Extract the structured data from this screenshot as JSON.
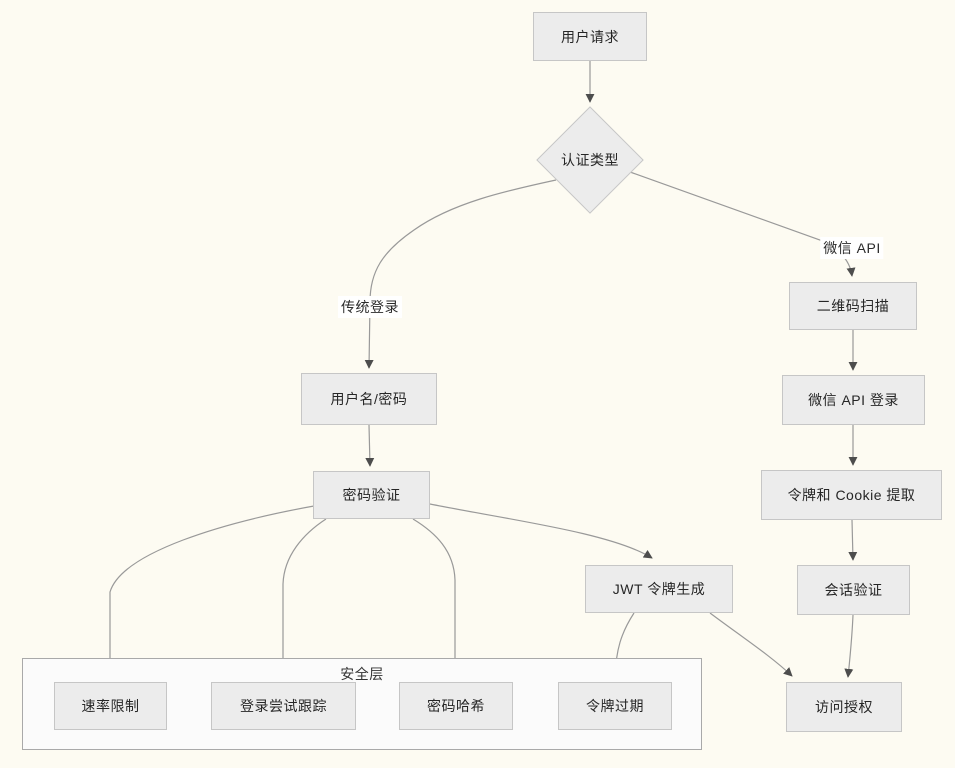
{
  "diagram": {
    "type": "flowchart",
    "colors": {
      "background": "#fdfbf2",
      "node_fill": "#ececec",
      "node_border": "#c6c6c6",
      "subgraph_fill": "#fbfbfb",
      "subgraph_border": "#a9a9a9",
      "edge_line": "#999999",
      "arrowhead": "#4d4d4d",
      "text": "#262626"
    },
    "nodes": {
      "user_request": {
        "label": "用户请求",
        "shape": "rect"
      },
      "auth_type": {
        "label": "认证类型",
        "shape": "diamond"
      },
      "username_password": {
        "label": "用户名/密码",
        "shape": "rect"
      },
      "password_verify": {
        "label": "密码验证",
        "shape": "rect"
      },
      "qr_scan": {
        "label": "二维码扫描",
        "shape": "rect"
      },
      "wechat_login": {
        "label": "微信 API 登录",
        "shape": "rect"
      },
      "token_cookie": {
        "label": "令牌和 Cookie 提取",
        "shape": "rect"
      },
      "session_verify": {
        "label": "会话验证",
        "shape": "rect"
      },
      "jwt_generate": {
        "label": "JWT 令牌生成",
        "shape": "rect"
      },
      "rate_limit": {
        "label": "速率限制",
        "shape": "rect"
      },
      "login_attempt": {
        "label": "登录尝试跟踪",
        "shape": "rect"
      },
      "password_hash": {
        "label": "密码哈希",
        "shape": "rect"
      },
      "token_expire": {
        "label": "令牌过期",
        "shape": "rect"
      },
      "access_auth": {
        "label": "访问授权",
        "shape": "rect"
      }
    },
    "edge_labels": {
      "traditional_login": "传统登录",
      "wechat_api": "微信 API"
    },
    "subgraph": {
      "label": "安全层",
      "children": [
        "rate_limit",
        "login_attempt",
        "password_hash",
        "token_expire"
      ]
    },
    "edges": [
      {
        "from": "user_request",
        "to": "auth_type",
        "label": ""
      },
      {
        "from": "auth_type",
        "to": "username_password",
        "label": "传统登录"
      },
      {
        "from": "auth_type",
        "to": "qr_scan",
        "label": "微信 API"
      },
      {
        "from": "username_password",
        "to": "password_verify",
        "label": ""
      },
      {
        "from": "password_verify",
        "to": "rate_limit",
        "label": ""
      },
      {
        "from": "password_verify",
        "to": "login_attempt",
        "label": ""
      },
      {
        "from": "password_verify",
        "to": "password_hash",
        "label": ""
      },
      {
        "from": "password_verify",
        "to": "jwt_generate",
        "label": ""
      },
      {
        "from": "jwt_generate",
        "to": "token_expire",
        "label": ""
      },
      {
        "from": "jwt_generate",
        "to": "access_auth",
        "label": ""
      },
      {
        "from": "qr_scan",
        "to": "wechat_login",
        "label": ""
      },
      {
        "from": "wechat_login",
        "to": "token_cookie",
        "label": ""
      },
      {
        "from": "token_cookie",
        "to": "session_verify",
        "label": ""
      },
      {
        "from": "session_verify",
        "to": "access_auth",
        "label": ""
      }
    ]
  }
}
